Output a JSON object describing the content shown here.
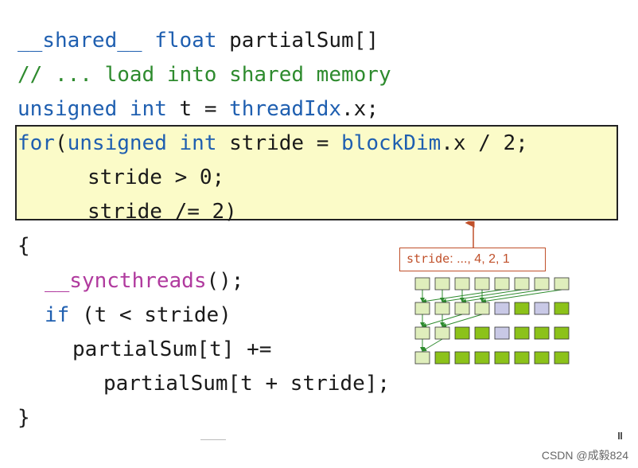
{
  "code": {
    "line1": {
      "shared": "__shared__",
      "sp": " ",
      "float": "float",
      "rest": " partialSum[]"
    },
    "line2": {
      "comment": "// ... load into shared memory"
    },
    "line3": {
      "unsigned": "unsigned",
      "sp": " ",
      "int": "int",
      "mid": " t = ",
      "threadIdx": "threadIdx",
      "tail": ".x;"
    },
    "line4": {
      "for": "for",
      "paren": "(",
      "unsigned": "unsigned",
      "sp": " ",
      "int": "int",
      "mid": " stride = ",
      "blockDim": "blockDim",
      "tail": ".x / 2;"
    },
    "line5": {
      "text": "stride > 0;"
    },
    "line6": {
      "text": "stride /= 2)"
    },
    "line7": {
      "text": "{"
    },
    "line8": {
      "fn": "__syncthreads",
      "tail": "();"
    },
    "line9": {
      "if": "if",
      "tail": " (t < stride)"
    },
    "line10": {
      "text": "partialSum[t] +="
    },
    "line11": {
      "text": "partialSum[t + stride];"
    },
    "line12": {
      "text": "}"
    }
  },
  "diagram": {
    "callout_label": "stride",
    "callout_values": ": ..., 4, 2, 1",
    "rows": [
      [
        "light",
        "light",
        "light",
        "light",
        "light",
        "light",
        "light",
        "light"
      ],
      [
        "light",
        "light",
        "light",
        "light",
        "lavender",
        "green",
        "lavender",
        "green"
      ],
      [
        "light",
        "light",
        "green",
        "green",
        "lavender",
        "green",
        "green",
        "green"
      ],
      [
        "light",
        "green",
        "green",
        "green",
        "green",
        "green",
        "green",
        "green"
      ]
    ],
    "colors": {
      "light": "#dfeebc",
      "green": "#8cc21a",
      "lavender": "#c9c9e6",
      "arrow": "#2e8b2e",
      "callout": "#c0502a"
    }
  },
  "watermark": "CSDN @成毅824"
}
